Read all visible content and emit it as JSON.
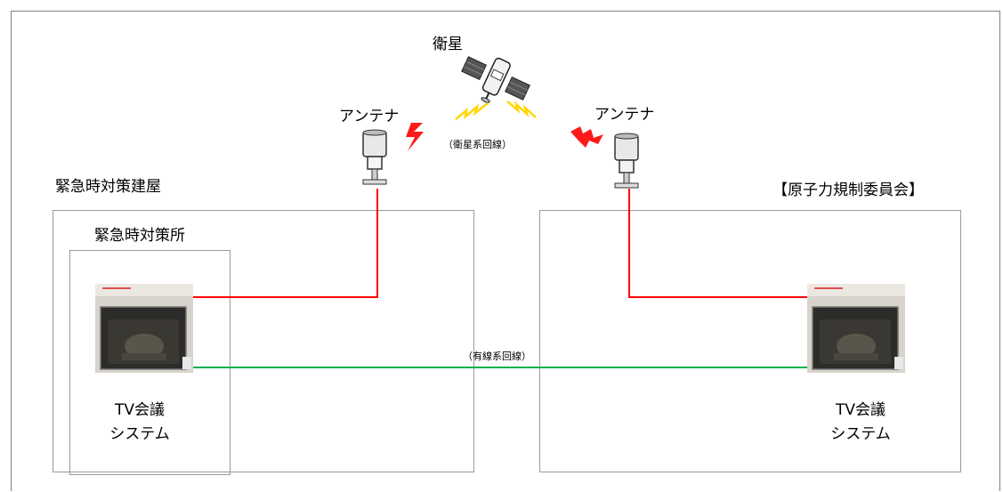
{
  "satellite": {
    "label": "衛星",
    "icon": "satellite-icon"
  },
  "antenna_left": {
    "label": "アンテナ",
    "icon": "antenna-icon"
  },
  "antenna_right": {
    "label": "アンテナ",
    "icon": "antenna-icon"
  },
  "satellite_line_label": "（衛星系回線）",
  "wired_line_label": "（有線系回線）",
  "emergency_building": {
    "label": "緊急時対策建屋"
  },
  "emergency_office": {
    "label": "緊急時対策所"
  },
  "nra": {
    "label": "【原子力規制委員会】"
  },
  "tv_left": {
    "line1": "TV会議",
    "line2": "システム"
  },
  "tv_right": {
    "line1": "TV会議",
    "line2": "システム"
  },
  "colors": {
    "satellite_line": "#ff0000",
    "wired_line": "#00b050",
    "signal_left": "#ff0000",
    "signal_sat": "#ffd700",
    "box_border": "#9a9a9a"
  }
}
